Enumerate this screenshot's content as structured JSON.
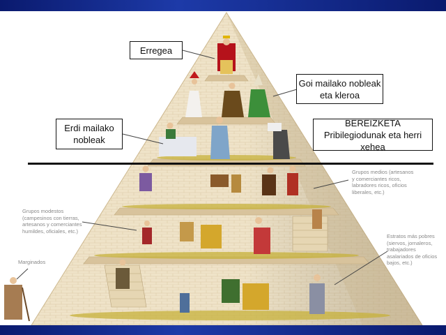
{
  "labels": {
    "king": "Erregea",
    "high_nobles": [
      "Goi mailako nobleak",
      "eta kleroa"
    ],
    "mid_nobles": [
      "Erdi mailako",
      "nobleak"
    ],
    "privilege": [
      "BEREIZKETA",
      "Pribilegiodunak eta herri xehea"
    ]
  },
  "notes": {
    "middle_groups": [
      "Grupos medios (artesanos",
      "y comerciantes ricos,",
      "labradores ricos, oficios",
      "liberales, etc.)"
    ],
    "modest_groups": [
      "Grupos modestos",
      "(campesinos con tierras,",
      "artesanos y comerciantes",
      "humildes, oficiales, etc.)"
    ],
    "marginalized": "Marginados",
    "poorest": [
      "Estratos más pobres",
      "(siervos, jornaleros,",
      "trabajadores",
      "asalariados de oficios",
      "bajos, etc.)"
    ]
  },
  "colors": {
    "frame": "#0a1a6e",
    "stone": "#efe3c8",
    "stone_shadow": "#d6c3a0",
    "grass": "#c7b23b"
  }
}
